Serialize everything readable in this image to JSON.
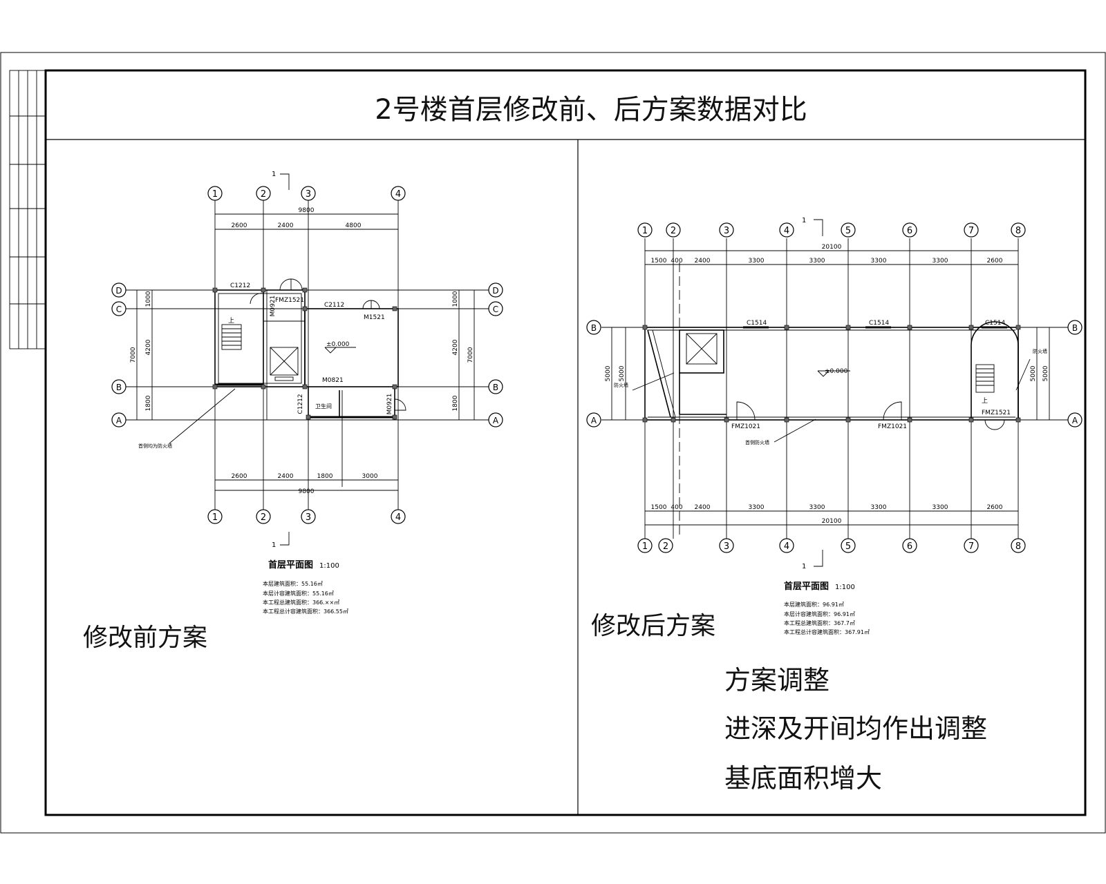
{
  "sheet_title": "2号楼首层修改前、后方案数据对比",
  "before": {
    "label": "修改前方案",
    "axes_top": [
      "1",
      "2",
      "3",
      "4"
    ],
    "axes_side": [
      "D",
      "C",
      "B",
      "A"
    ],
    "section_mark": "1",
    "overall_width": "9800",
    "top_dims": [
      "2600",
      "2400",
      "4800"
    ],
    "bottom_dims": [
      "2600",
      "2400",
      "1800",
      "3000"
    ],
    "side_total": "7000",
    "side_dims": [
      "1000",
      "4200",
      "1800"
    ],
    "windows": [
      "C1212",
      "C2112",
      "C1212"
    ],
    "doors": [
      "FMZ1521",
      "M1521",
      "M0921",
      "M0821",
      "M0921"
    ],
    "elevation": "±0.000",
    "stair_up": "上",
    "room_toilet": "卫生间",
    "firewall_note": "首侧均为防火墙",
    "plan_title": "首层平面图",
    "scale": "1:100",
    "stats": [
      "本层建筑面积：55.16㎡",
      "本层计容建筑面积：55.16㎡",
      "本工程总建筑面积：366.××㎡",
      "本工程总计容建筑面积：366.55㎡"
    ]
  },
  "after": {
    "label": "修改后方案",
    "axes_top": [
      "1",
      "2",
      "3",
      "4",
      "5",
      "6",
      "7",
      "8"
    ],
    "axes_side": [
      "B",
      "A"
    ],
    "section_mark": "1",
    "overall_width": "20100",
    "top_dims": [
      "1500",
      "400",
      "2400",
      "3300",
      "3300",
      "3300",
      "3300",
      "2600"
    ],
    "side_dims": [
      "5000",
      "5000"
    ],
    "windows": [
      "C1514",
      "C1514",
      "C1514"
    ],
    "doors": [
      "FMZ1021",
      "FMZ1021",
      "FMZ1521"
    ],
    "elevation": "±0.000",
    "stair_up": "上",
    "firewall_note": "首侧防火墙",
    "firewall_tag": "防火墙",
    "plan_title": "首层平面图",
    "scale": "1:100",
    "stats": [
      "本层建筑面积：96.91㎡",
      "本层计容建筑面积：96.91㎡",
      "本工程总建筑面积：367.7㎡",
      "本工程总计容建筑面积：367.91㎡"
    ]
  },
  "notes": [
    "方案调整",
    "进深及开间均作出调整",
    "基底面积增大"
  ]
}
